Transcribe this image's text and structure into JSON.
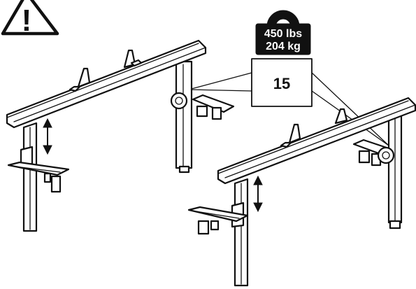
{
  "warning": {
    "icon": "warning-triangle-icon",
    "glyph": "!"
  },
  "load_rating": {
    "icon": "weight-icon",
    "imperial": "450 lbs",
    "metric": "204 kg"
  },
  "callout": {
    "number": "15"
  },
  "colors": {
    "line": "#111111",
    "background": "#ffffff"
  }
}
